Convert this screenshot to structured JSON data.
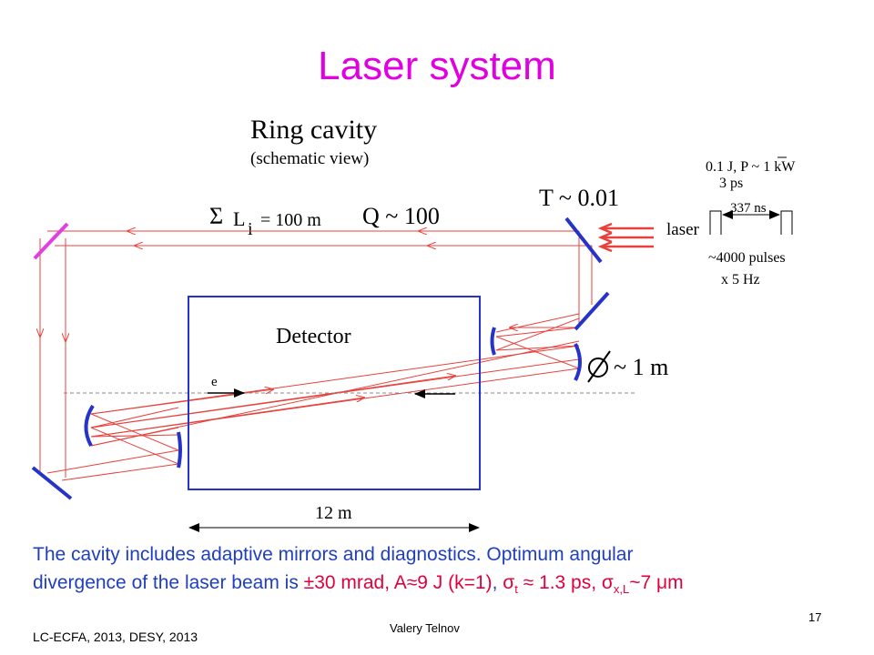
{
  "slide": {
    "title": "Laser system",
    "page_number": "17",
    "footer_left": "LC-ECFA, 2013, DESY, 2013",
    "footer_center": "Valery Telnov"
  },
  "diagram": {
    "heading": "Ring cavity",
    "subheading": "(schematic view)",
    "sum_symbol": "Σ",
    "length_label_L": "L",
    "length_label_i": "i",
    "length_label_value": "= 100 m",
    "q_label": "Q ~ 100",
    "t_label": "T ~ 0.01",
    "laser_energy_power": "0.1 J,  P ~ 1 kW",
    "laser_duration": "3 ps",
    "laser_label": "laser",
    "pulse_spacing": "337 ns",
    "pulse_count": "~4000 pulses",
    "pulse_rate": "x 5 Hz",
    "detector_label": "Detector",
    "electron_label": "e",
    "mirror_size_label": "~ 1 m",
    "detector_width_label": "12 m",
    "colors": {
      "beam": "#e8413c",
      "mirror": "#2633c8",
      "input_mirror": "#e040e0",
      "detector_box": "#2633c8"
    }
  },
  "caption": {
    "line1": "The cavity includes adaptive mirrors and diagnostics. Optimum angular",
    "line2_prefix": "divergence of the laser beam is ",
    "divergence": "±30 mrad, A≈9 J (k=1)",
    "comma": ", ",
    "sigma_t_symbol": "σ",
    "sigma_t_sub": "t",
    "sigma_t_value": " ≈ 1.3 ps, ",
    "sigma_x_symbol": "σ",
    "sigma_x_sub": "x,L",
    "sigma_x_value": "~7 μm"
  }
}
